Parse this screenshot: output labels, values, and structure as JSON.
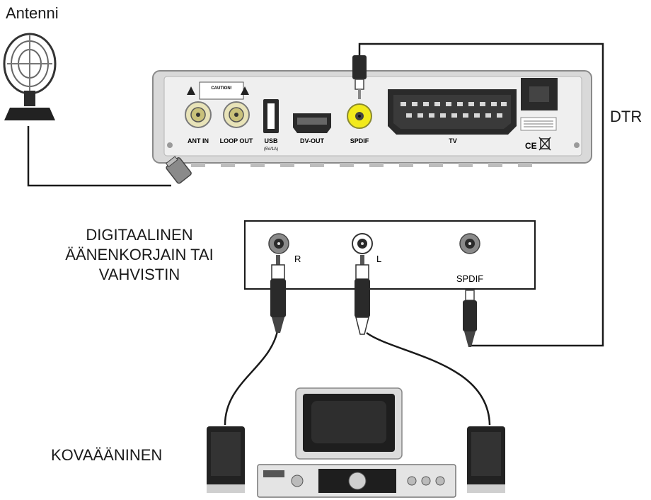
{
  "labels": {
    "antenna": "Antenni",
    "dtr": "DTR",
    "amplifier": [
      "DIGITAALINEN",
      "ÄÄNENKORJAIN TAI",
      "VAHVISTIN"
    ],
    "speakers": "KOVAÄÄNINEN"
  },
  "receiver": {
    "ports": {
      "ant_in": "ANT IN",
      "loop_out": "LOOP OUT",
      "usb": "USB",
      "usb_rating": "(5V/1A)",
      "hdmi": "DV-OUT",
      "spdif": "SPDIF",
      "tv": "TV"
    },
    "warning": "CAUTION!",
    "ce": "CE"
  },
  "amplifier_jacks": {
    "r": "R",
    "l": "L",
    "spdif": "SPDIF"
  },
  "colors": {
    "line": "#1a1a1a",
    "receiver_body": "#d9d9d9",
    "receiver_panel": "#efefef",
    "spdif_jack": "#f2ea1c",
    "plug_dark": "#2a2a2a",
    "speaker": "#222222"
  }
}
